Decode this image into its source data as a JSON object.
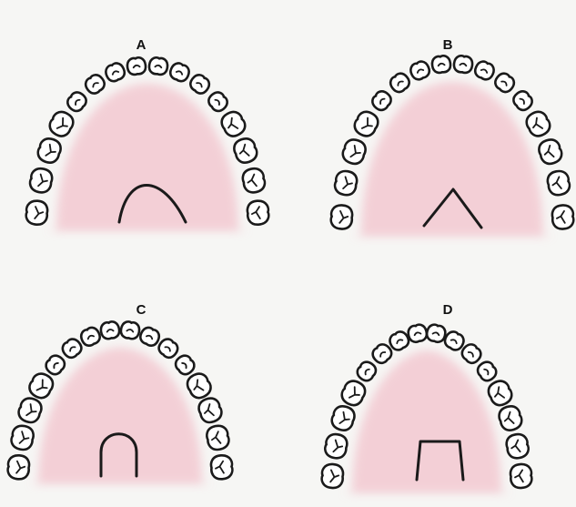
{
  "panels": [
    {
      "label": "A",
      "palate_shape": "narrow-arch"
    },
    {
      "label": "B",
      "palate_shape": "pointed"
    },
    {
      "label": "C",
      "palate_shape": "rounded"
    },
    {
      "label": "D",
      "palate_shape": "flat-square"
    }
  ],
  "colors": {
    "background": "#f6f6f4",
    "palate": "#f3c9d1",
    "outline": "#1a1a1a",
    "tooth_fill": "#ffffff"
  }
}
